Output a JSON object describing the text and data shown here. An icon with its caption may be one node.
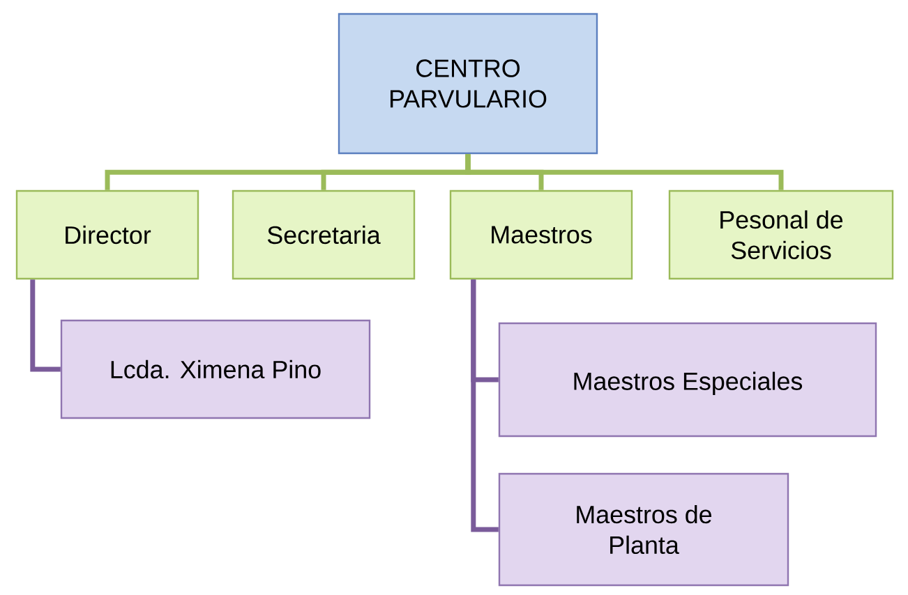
{
  "diagram": {
    "nodes": [
      {
        "text": [
          "CENTRO PARVULARIO"
        ]
      },
      {
        "text": [
          "Director"
        ]
      },
      {
        "text": [
          "Secretaria"
        ]
      },
      {
        "text": [
          "Maestros"
        ]
      },
      {
        "text": [
          "Pesonal de Servicios"
        ]
      },
      {
        "text": [
          "Lcda. Ximena Pino"
        ]
      },
      {
        "text": [
          "Maestros Especiales"
        ]
      },
      {
        "text": [
          "Maestros de Planta"
        ]
      }
    ],
    "edges": [
      {
        "from": 0,
        "to": 1,
        "arrow": "none"
      },
      {
        "from": 0,
        "to": 2,
        "arrow": "none"
      },
      {
        "from": 0,
        "to": 3,
        "arrow": "none"
      },
      {
        "from": 0,
        "to": 4,
        "arrow": "none"
      },
      {
        "from": 1,
        "to": 5,
        "arrow": "none",
        "color": "#7a5b9a"
      },
      {
        "from": 3,
        "to": 6,
        "arrow": "none",
        "color": "#7a5b9a"
      },
      {
        "from": 3,
        "to": 7,
        "arrow": "none",
        "color": "#7a5b9a"
      }
    ]
  }
}
